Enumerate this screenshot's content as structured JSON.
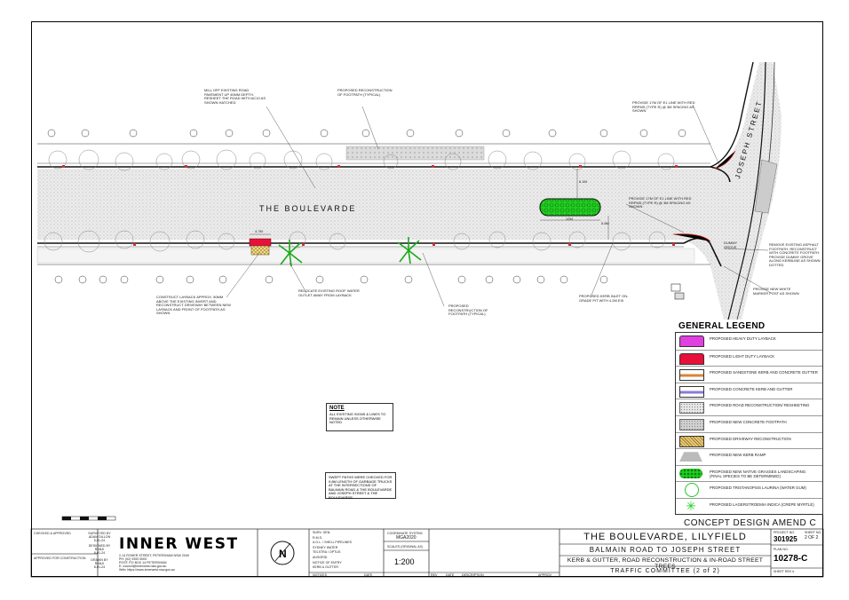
{
  "road": {
    "main_name": "THE   BOULEVARDE",
    "cross_name": "JOSEPH   STREET"
  },
  "annotations": {
    "mill_off": "MILL OFF EXISTING ROAD PAVEMENT UP 40mm DEPTH. RESHEET THE ROAD WITH AC10 AS SHOWN HATCHED",
    "footpath_top": "PROPOSED RECONSTRUCTION OF FOOTPATH (TYPICAL)",
    "e1_top": "PROVIDE 17m OF E1 LINE WITH RED RRPMS (TYPE R) @ 3m SPACING AS SHOWN",
    "e1_mid": "PROVIDE 17m OF E1 LINE WITH RED RRPMS (TYPE R) @ 3m SPACING AS SHOWN",
    "dummy_grove": "DUMMY GROVE",
    "remove_asphalt": "REMOVE EXISTING ASPHALT FOOTPATH. RECONSTRUCT WITH CONCRETE FOOTPATH. PROVIDE DUMMY GROVE ALONG KERBLINE AS SHOWN DOTTED",
    "white_marker": "PROVIDE NEW WHITE MARKER POST AS SHOWN",
    "layback": "CONSTRUCT LAYBACK APPROX. 50mm ABOVE THE EXISTING INVERT AND RECONSTRUCT DRIVEWAY BETWEEN NEW LAYBACK AND FRONT OF FOOTPATH AS SHOWN",
    "relocate_roof": "RELOCATE EXISTING ROOF WATER OUTLET AWAY FROM LAYBACK",
    "footpath_bottom": "PROPOSED RECONSTRUCTION OF FOOTPATH (TYPICAL)",
    "kerb_inlet": "PROPOSED KERB INLET ON-GRADE PIT WITH 4.2m EXI",
    "dim_47": "4.7m",
    "dim_61": "6.1m",
    "dim_12": "12m",
    "dim_58": "5.8m"
  },
  "note_box": {
    "head": "NOTE",
    "body": "ALL EXISTING SIGNS & LINES TO REMAIN UNLESS OTHERWISE NOTED"
  },
  "swept_note": "SWEPT PATHS WERE CHECKED FOR 9.8m LENGTH OF GARBAGE TRUCKS AT THE INTERSECTIONS OF BALMAIN ROAD & THE BOULEVARDE AND JOSEPH STREET & THE BOULEVARDE.",
  "legend": {
    "title": "GENERAL LEGEND",
    "items": [
      {
        "label": "PROPOSED HEAVY DUTY LAYBACK",
        "color": "#e040e0",
        "kind": "solid"
      },
      {
        "label": "PROPOSED LIGHT DUTY LAYBACK",
        "color": "#e8103a",
        "kind": "solid"
      },
      {
        "label": "PROPOSED SANDSTONE KERB   AND CONCRETE GUTTER",
        "color": "#d9843a",
        "kind": "band"
      },
      {
        "label": "PROPOSED CONCRETE KERB AND GUTTER",
        "color": "#8c7ad8",
        "kind": "band"
      },
      {
        "label": "PROPOSED ROAD RECONSTRUCTION/ RESHEETING",
        "color": "#e6e6e6",
        "kind": "dots"
      },
      {
        "label": "PROPOSED NEW CONCRETE FOOTPATH",
        "color": "#d0d0d0",
        "kind": "dots"
      },
      {
        "label": "PROPOSED DRIVEWAY RECONSTRUCTION",
        "color": "#e8c870",
        "kind": "hatch"
      },
      {
        "label": "PROPOSED NEW KERB RAMP",
        "color": "#bbbbbb",
        "kind": "ramp"
      },
      {
        "label": "PROPOSED NEW NATIVE GRASSES LANDSCAPING (FINAL SPECIES TO BE DETERMINED)",
        "color": "#22cc22",
        "kind": "grass"
      },
      {
        "label": "PROPOSED TRISTANOPSIS LAURINA (WATER GUM)",
        "color": "#22cc22",
        "kind": "circle"
      },
      {
        "label": "PROPOSED LAGERSTROEMIA INDICA (CREPE MYRTLE)",
        "color": "#22cc22",
        "kind": "palm"
      }
    ]
  },
  "amend": "CONCEPT DESIGN AMEND C",
  "title_block": {
    "checked": "CHECKED & APPROVED",
    "approved_construction": "APPROVED FOR CONSTRUCTION",
    "surveyed_by": "SURVEYED BY",
    "surveyor": "ADAM DILLON",
    "survey_date": "5-01-24",
    "designed_by": "DESIGNED BY",
    "designer": "RANJI",
    "design_date": "8-01-24",
    "drawn_by": "DRAWN BY",
    "drawer": "RANJI",
    "drawn_date": "8-01-24",
    "logo": "INNER WEST",
    "address": "2-14 FISHER STREET, PETERSHAM NSW 2049",
    "ph": "Ph:   (02) 9392 5000",
    "post": "Post:   PO Box 14 PETERSHAM",
    "email": "E:   council@innerwest.nsw.gov.au",
    "web": "Web:   https://www.innerwest.nsw.gov.au",
    "services": [
      "SURV. GEN.",
      "R.M.S.",
      "A.G.L. / SHELL PIPELINES",
      "SYDNEY WATER",
      "TELSTRA / OPTUS",
      "AUSGRID",
      "NOTICE OF ENTRY",
      "KERB & GUTTER"
    ],
    "notices": "NOTICES",
    "date": "DATE",
    "coord_label": "COORDINATE SYSTEM",
    "coord": "MGA2020",
    "scales_label": "SCALES (ORIGINAL A3)",
    "scale": "1:200",
    "rev": "REV",
    "rev_date": "DATE",
    "description": "DESCRIPTION",
    "approv": "APPROV",
    "title1": "THE  BOULEVARDE,  LILYFIELD",
    "title2": "BALMAIN  ROAD  TO  JOSEPH  STREET",
    "title3": "KERB & GUTTER, ROAD RECONSTRUCTION & IN-ROAD STREET TREES",
    "title4": "TRAFFIC  COMMITTEE  (2 of 2)",
    "project_label": "PROJECT No.",
    "project_no": "301925",
    "sheet_label": "SHEET No.",
    "sheet_no": "2 of 2",
    "plan_label": "PLAN No.",
    "plan_no": "10278-C",
    "rev_label": "SHEET REV #"
  },
  "north": "N"
}
